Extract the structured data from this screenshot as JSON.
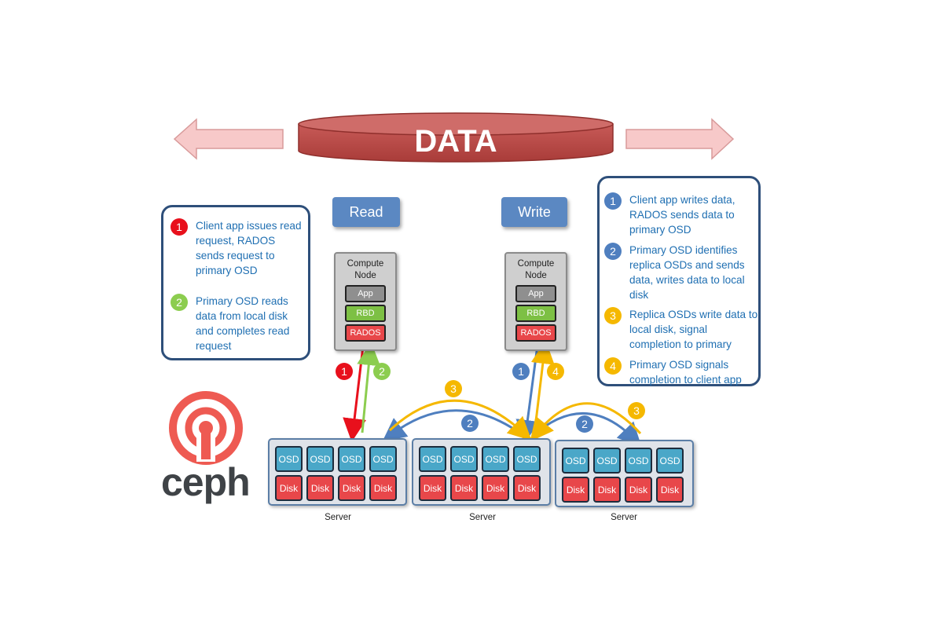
{
  "banner": {
    "label": "DATA"
  },
  "modes": {
    "read": "Read",
    "write": "Write"
  },
  "compute_nodes": [
    {
      "title_line1": "Compute",
      "title_line2": "Node",
      "layers": [
        "App",
        "RBD",
        "RADOS"
      ]
    },
    {
      "title_line1": "Compute",
      "title_line2": "Node",
      "layers": [
        "App",
        "RBD",
        "RADOS"
      ]
    }
  ],
  "read_legend": [
    {
      "num": "1",
      "text": "Client app issues read request, RADOS sends request to primary OSD"
    },
    {
      "num": "2",
      "text": "Primary OSD reads data from local disk and completes read request"
    }
  ],
  "write_legend": [
    {
      "num": "1",
      "text": "Client app writes data, RADOS sends data to primary OSD"
    },
    {
      "num": "2",
      "text": "Primary OSD identifies replica OSDs and sends data, writes data to local disk"
    },
    {
      "num": "3",
      "text": "Replica OSDs write data to local disk, signal completion to primary"
    },
    {
      "num": "4",
      "text": "Primary OSD signals completion to client app"
    }
  ],
  "servers": [
    {
      "label": "Server",
      "osd": [
        "OSD",
        "OSD",
        "OSD",
        "OSD"
      ],
      "disk": [
        "Disk",
        "Disk",
        "Disk",
        "Disk"
      ]
    },
    {
      "label": "Server",
      "osd": [
        "OSD",
        "OSD",
        "OSD",
        "OSD"
      ],
      "disk": [
        "Disk",
        "Disk",
        "Disk",
        "Disk"
      ]
    },
    {
      "label": "Server",
      "osd": [
        "OSD",
        "OSD",
        "OSD",
        "OSD"
      ],
      "disk": [
        "Disk",
        "Disk",
        "Disk",
        "Disk"
      ]
    }
  ],
  "flow_labels": {
    "r1": "1",
    "r2": "2",
    "w1": "1",
    "w4": "4",
    "w3a": "3",
    "w3b": "3",
    "w2a": "2",
    "w2b": "2"
  },
  "logo": {
    "text": "ceph"
  },
  "colors": {
    "red": "#e8101c",
    "green": "#8ccd4f",
    "blue": "#4f7fbf",
    "yellow": "#f5b800",
    "banner": "#c0504d",
    "arrow_fill": "#f7c9c9"
  }
}
